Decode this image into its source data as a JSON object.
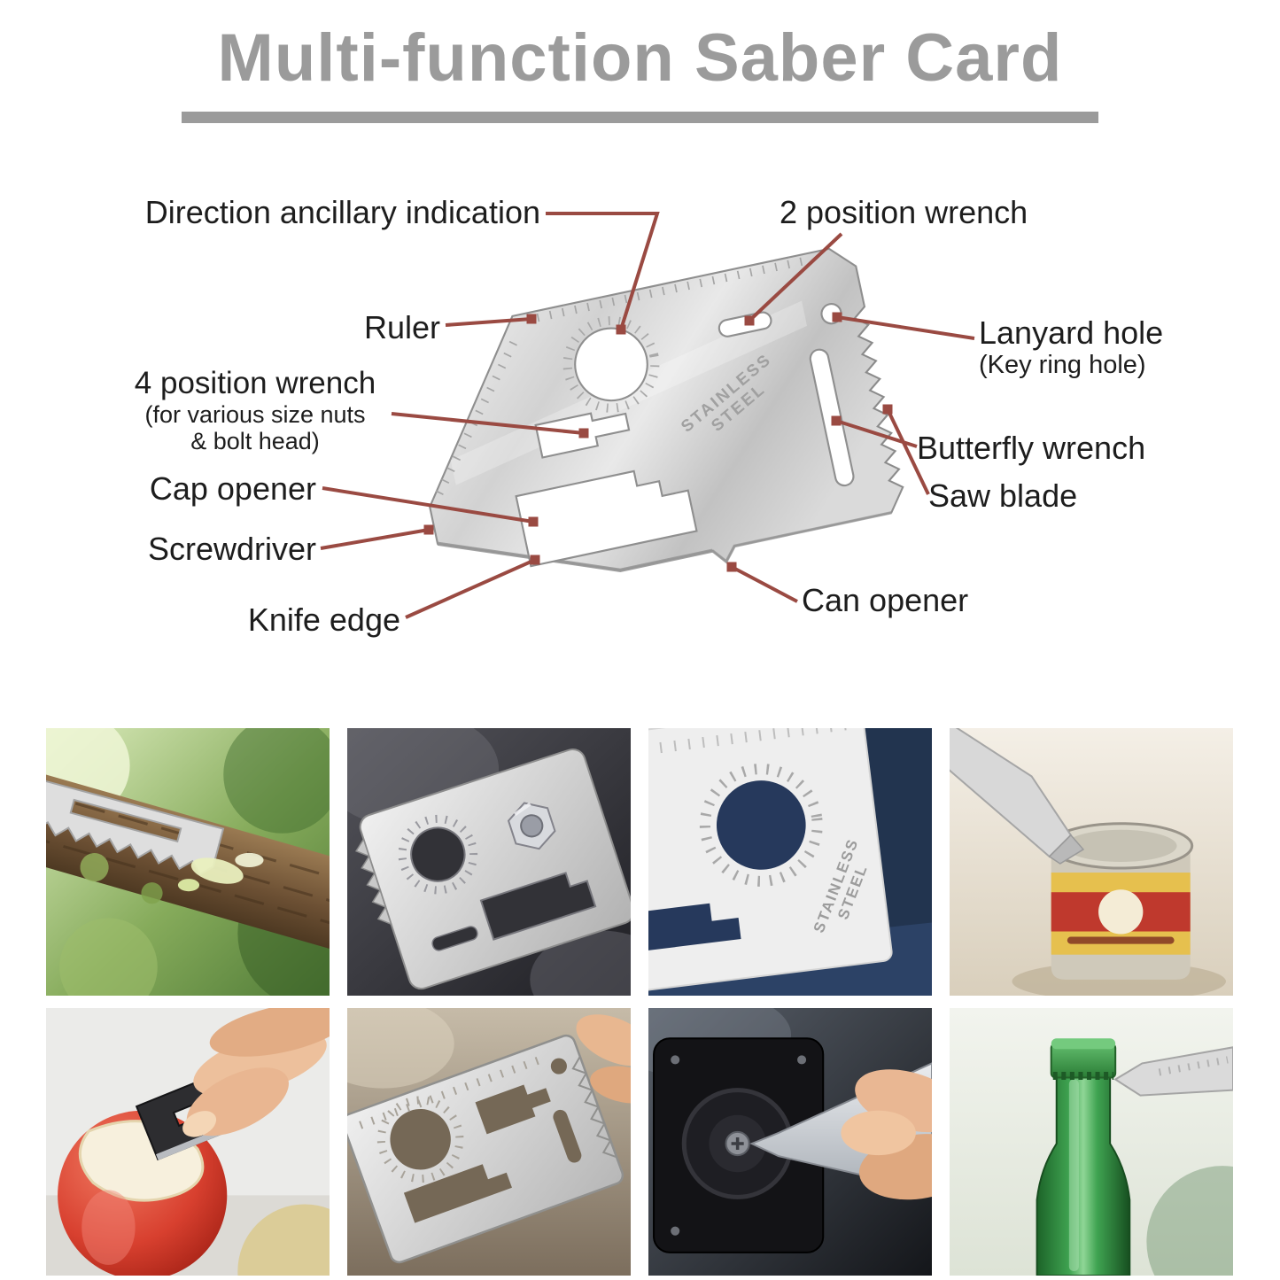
{
  "title": "Multi-function Saber Card",
  "card": {
    "engraving_line1": "STAINLESS",
    "engraving_line2": "STEEL"
  },
  "callouts": {
    "direction": {
      "label": "Direction ancillary indication"
    },
    "two_position_wrench": {
      "label": "2 position wrench"
    },
    "ruler": {
      "label": "Ruler"
    },
    "lanyard_hole": {
      "label": "Lanyard hole",
      "sub": "(Key ring hole)"
    },
    "four_position_wrench": {
      "label": "4 position wrench",
      "sub1": "(for various size nuts",
      "sub2": "& bolt head)"
    },
    "butterfly_wrench": {
      "label": "Butterfly wrench"
    },
    "cap_opener": {
      "label": "Cap opener"
    },
    "saw_blade": {
      "label": "Saw blade"
    },
    "screwdriver": {
      "label": "Screwdriver"
    },
    "can_opener": {
      "label": "Can opener"
    },
    "knife_edge": {
      "label": "Knife edge"
    }
  },
  "colors": {
    "title_gray": "#9b9b9b",
    "connector_red": "#9a4a42",
    "label_text": "#1d1d1d",
    "steel_light": "#f2f2f2",
    "steel_dark": "#b9b9b9"
  },
  "photos": [
    {
      "name": "sawing-tree-branch"
    },
    {
      "name": "card-closeup-with-nut"
    },
    {
      "name": "card-ruler-stainless-steel"
    },
    {
      "name": "opening-tin-can"
    },
    {
      "name": "peeling-apple"
    },
    {
      "name": "card-on-wood-surface"
    },
    {
      "name": "driving-screw-on-device"
    },
    {
      "name": "opening-green-bottle"
    }
  ]
}
